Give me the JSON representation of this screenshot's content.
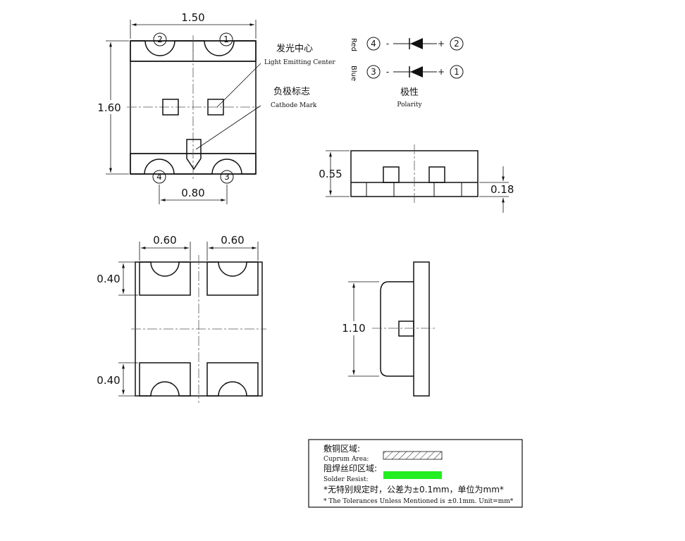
{
  "top_view": {
    "dim_width": "1.50",
    "dim_height": "1.60",
    "dim_pad_pitch": "0.80",
    "pin_top_left": "2",
    "pin_top_right": "1",
    "pin_bottom_left": "4",
    "pin_bottom_right": "3"
  },
  "callouts": {
    "emitting_center_cn": "发光中心",
    "emitting_center_en": "Light Emitting Center",
    "cathode_mark_cn": "负极标志",
    "cathode_mark_en": "Cathode Mark"
  },
  "polarity": {
    "title_cn": "极性",
    "title_en": "Polarity",
    "red_label": "Red",
    "blue_label": "Blue",
    "red_cathode_pin": "4",
    "red_anode_pin": "2",
    "blue_cathode_pin": "3",
    "blue_anode_pin": "1",
    "minus": "-",
    "plus": "+"
  },
  "side_view": {
    "dim_height": "0.55",
    "dim_pad_height": "0.18"
  },
  "footprint": {
    "dim_pad_width_left": "0.60",
    "dim_pad_width_right": "0.60",
    "dim_pad_height_top": "0.40",
    "dim_pad_height_bottom": "0.40"
  },
  "end_view": {
    "dim_height": "1.10"
  },
  "legend": {
    "cuprum_cn": "敷铜区域:",
    "cuprum_en": "Cuprum Area:",
    "solder_cn": "阻焊丝印区域:",
    "solder_en": "Solder Resist:",
    "tolerance_cn": "*无特别规定时，公差为±0.1mm，单位为mm*",
    "tolerance_en": "* The Tolerances Unless Mentioned is  ±0.1mm.  Unit=mm*",
    "solder_color": "#22ee22"
  }
}
